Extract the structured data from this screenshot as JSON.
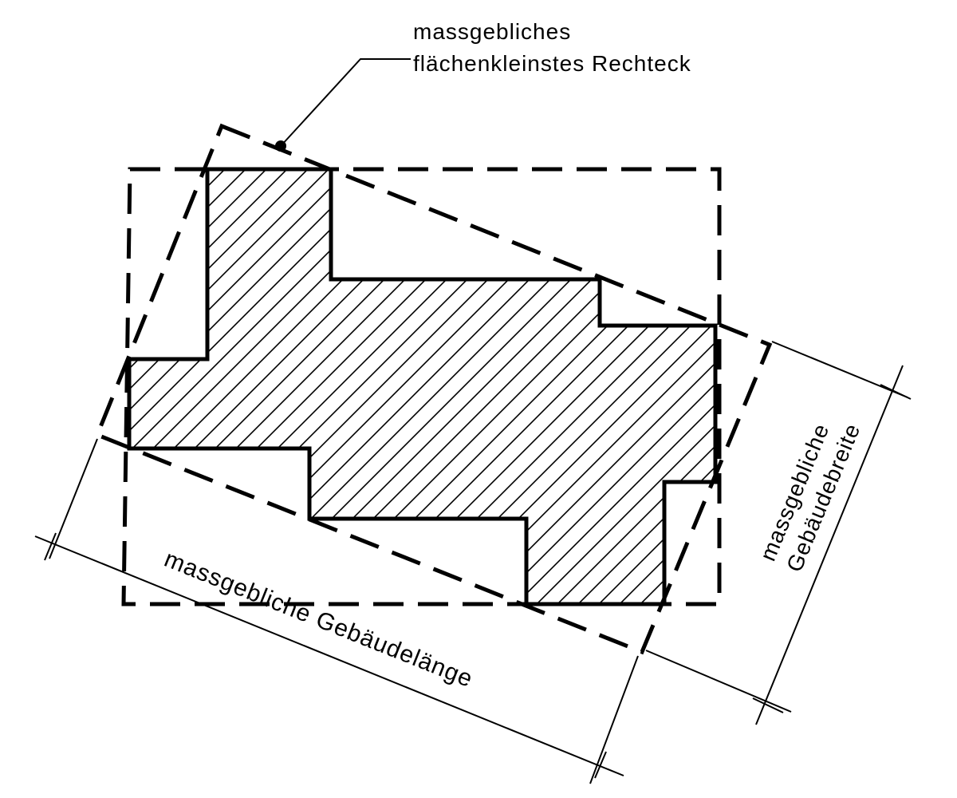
{
  "labels": {
    "rect_line1": "massgebliches",
    "rect_line2": "flächenkleinstes Rechteck",
    "width_line1": "massgebliche",
    "width_line2": "Gebäudebreite",
    "length": "massgebliche Gebäudelänge"
  },
  "colors": {
    "stroke": "#000000",
    "background": "#ffffff"
  }
}
